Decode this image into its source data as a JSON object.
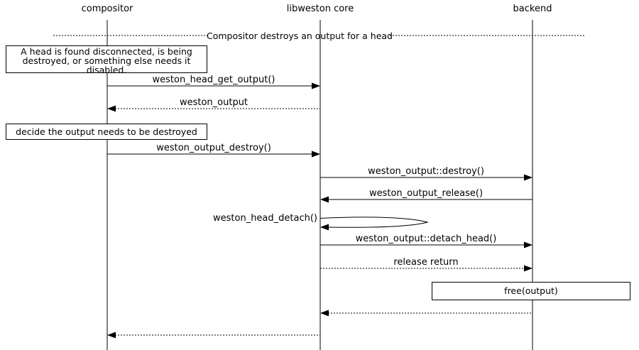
{
  "diagram": {
    "actors": [
      "compositor",
      "libweston core",
      "backend"
    ],
    "divider_label": "Compositor destroys an output for a head",
    "notes": {
      "precondition": "A head is found disconnected, is being destroyed, or something else needs it disabled.",
      "decision": "decide the output needs to be destroyed",
      "free_output": "free(output)"
    },
    "messages": {
      "head_get_output": "weston_head_get_output()",
      "weston_output_return": "weston_output",
      "output_destroy": "weston_output_destroy()",
      "backend_destroy": "weston_output::destroy()",
      "output_release": "weston_output_release()",
      "head_detach": "weston_head_detach()",
      "detach_head": "weston_output::detach_head()",
      "release_return": "release return"
    },
    "colors": {
      "background": "#ffffff",
      "line": "#000000"
    }
  }
}
